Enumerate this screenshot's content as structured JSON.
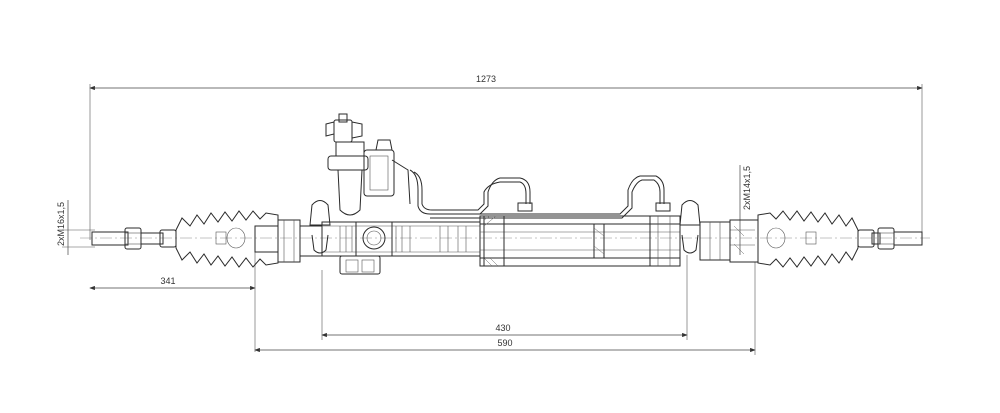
{
  "dimensions": {
    "overall_length": "1273",
    "left_offset": "341",
    "stroke_inner": "430",
    "stroke_outer": "590",
    "left_thread": "2xM16x1,5",
    "right_thread": "2xM14x1,5"
  }
}
